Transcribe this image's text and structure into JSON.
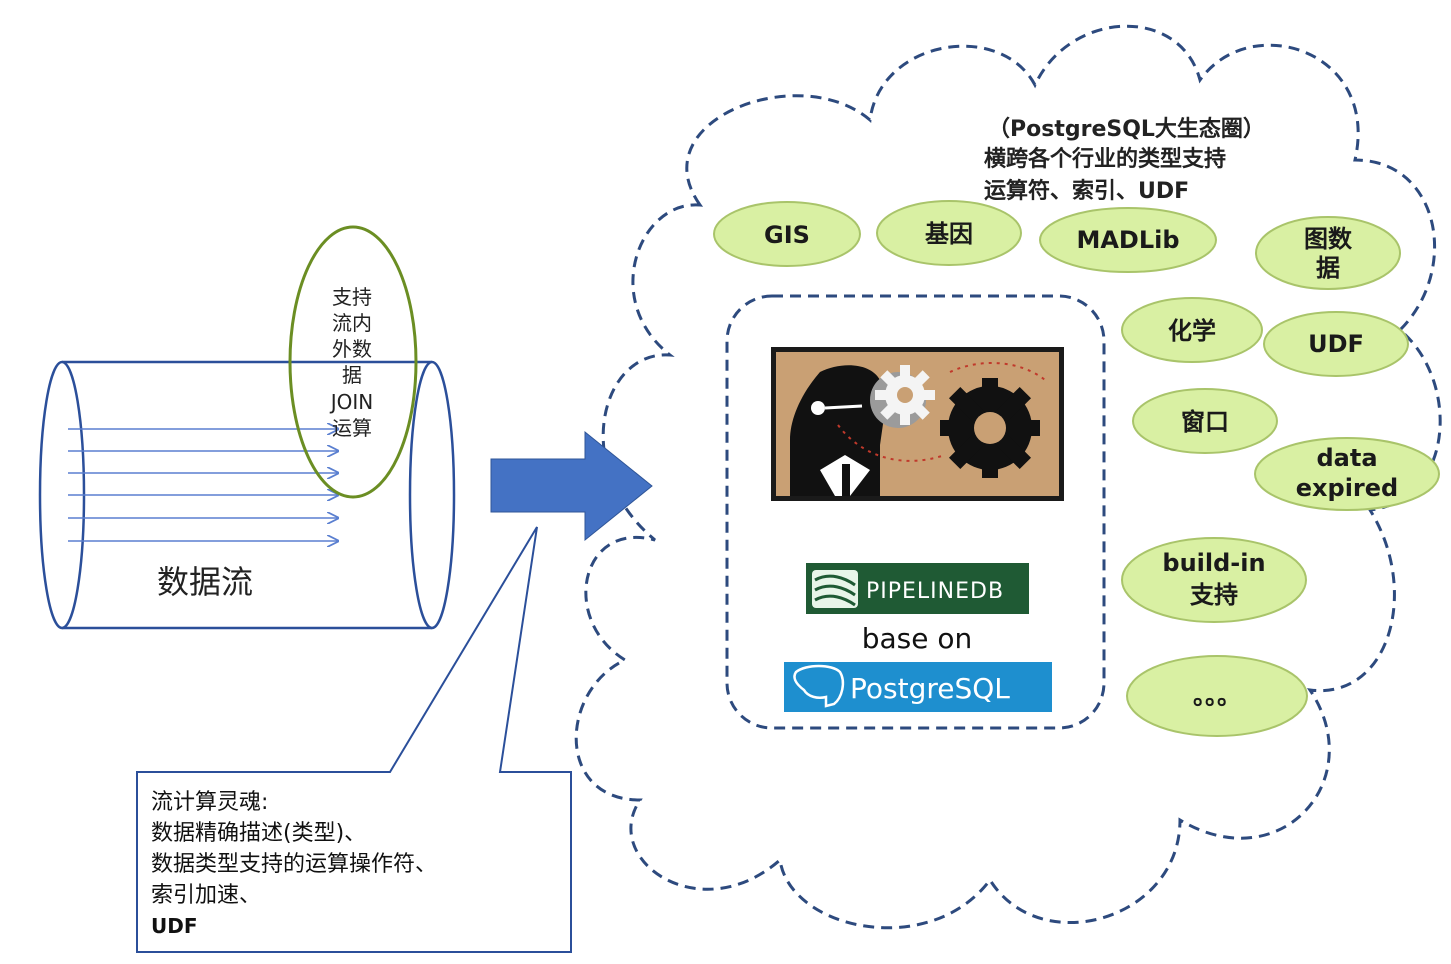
{
  "colors": {
    "cloud_dash": "#2d4a7e",
    "cylinder_stroke": "#2b4f9a",
    "arrow_fill": "#4472c4",
    "join_ellipse": "#6b8e23",
    "pill_fill": "#d9f0a3",
    "pill_stroke": "#a9c46a",
    "pipelinedb_bg": "#1f5a34",
    "postgres_bg": "#1e8fcf"
  },
  "cloud": {
    "caption_lines": [
      "（PostgreSQL大生态圈）",
      "横跨各个行业的类型支持",
      "运算符、索引、UDF"
    ]
  },
  "pills": [
    {
      "id": "gis",
      "lines": [
        "GIS"
      ]
    },
    {
      "id": "gene",
      "lines": [
        "基因"
      ]
    },
    {
      "id": "madlib",
      "lines": [
        "MADLib"
      ]
    },
    {
      "id": "graph",
      "lines": [
        "图数",
        "据"
      ]
    },
    {
      "id": "chem",
      "lines": [
        "化学"
      ]
    },
    {
      "id": "udf",
      "lines": [
        "UDF"
      ]
    },
    {
      "id": "window",
      "lines": [
        "窗口"
      ]
    },
    {
      "id": "expired",
      "lines": [
        "data",
        "expired"
      ]
    },
    {
      "id": "buildin",
      "lines": [
        "build-in",
        "支持"
      ]
    },
    {
      "id": "more",
      "lines": [
        "。。。"
      ]
    }
  ],
  "inner_box": {
    "pipelinedb_logo": "PIPELINEDB",
    "base_on": "base on",
    "postgres_logo": "PostgreSQL"
  },
  "stream": {
    "label": "数据流",
    "join_lines": [
      "支持",
      "流内",
      "外数",
      "据",
      "JOIN",
      "运算"
    ]
  },
  "callout": {
    "lines": [
      "流计算灵魂:",
      "数据精确描述(类型)、",
      "数据类型支持的运算操作符、",
      "索引加速、",
      "UDF"
    ]
  }
}
